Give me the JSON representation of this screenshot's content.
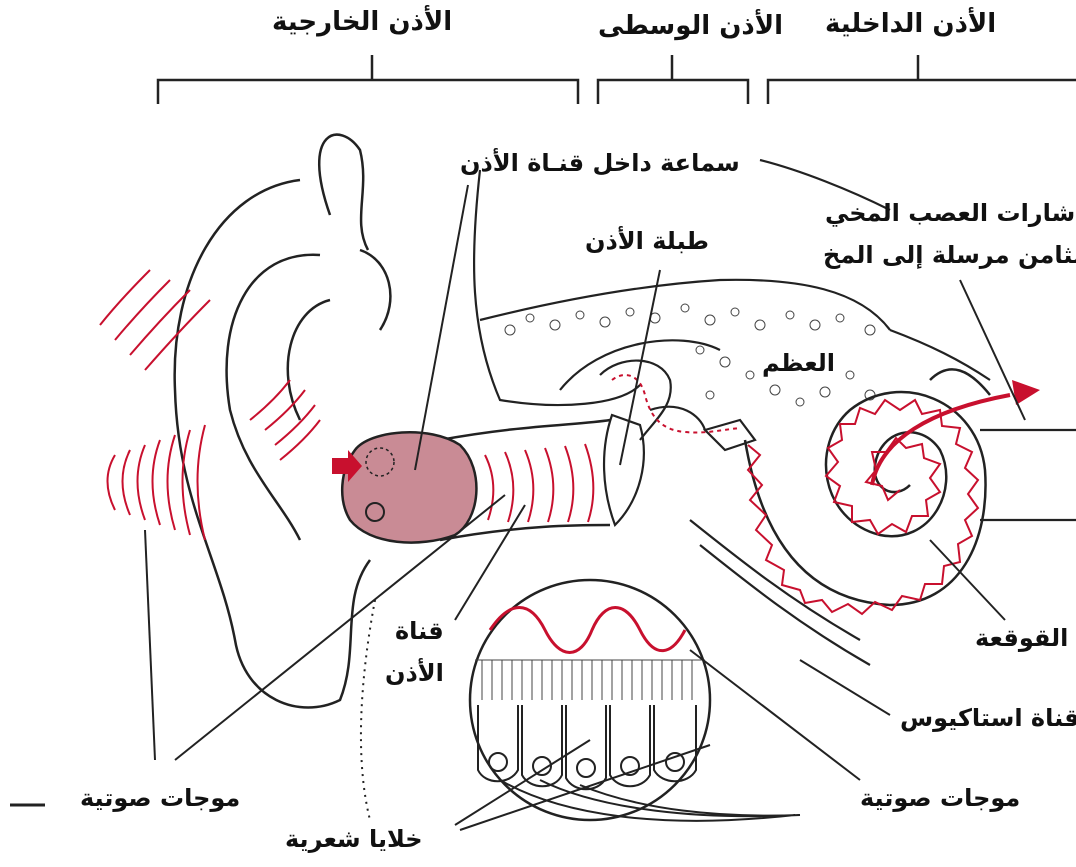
{
  "sections": {
    "outer": "الأذن الخارجية",
    "middle": "الأذن الوسطى",
    "inner": "الأذن الداخلية"
  },
  "labels": {
    "hearing_aid": "سماعة داخل قنـاة الأذن",
    "eardrum": "طبلة الأذن",
    "nerve_line1": "إشارات العصب المخي",
    "nerve_line2": "الثامن مرسلة إلى المخ",
    "bone": "العظم",
    "ear_canal_line1": "قناة",
    "ear_canal_line2": "الأذن",
    "cochlea": "القوقعة",
    "eustachian": "قناة استاكيوس",
    "sound_waves_left": "موجات صوتية",
    "sound_waves_right": "موجات صوتية",
    "hair_cells": "خلايا شعرية"
  },
  "colors": {
    "ink": "#222222",
    "wave_red": "#c8102e",
    "aid_fill": "#c98b95",
    "arrow_red": "#c8102e"
  }
}
